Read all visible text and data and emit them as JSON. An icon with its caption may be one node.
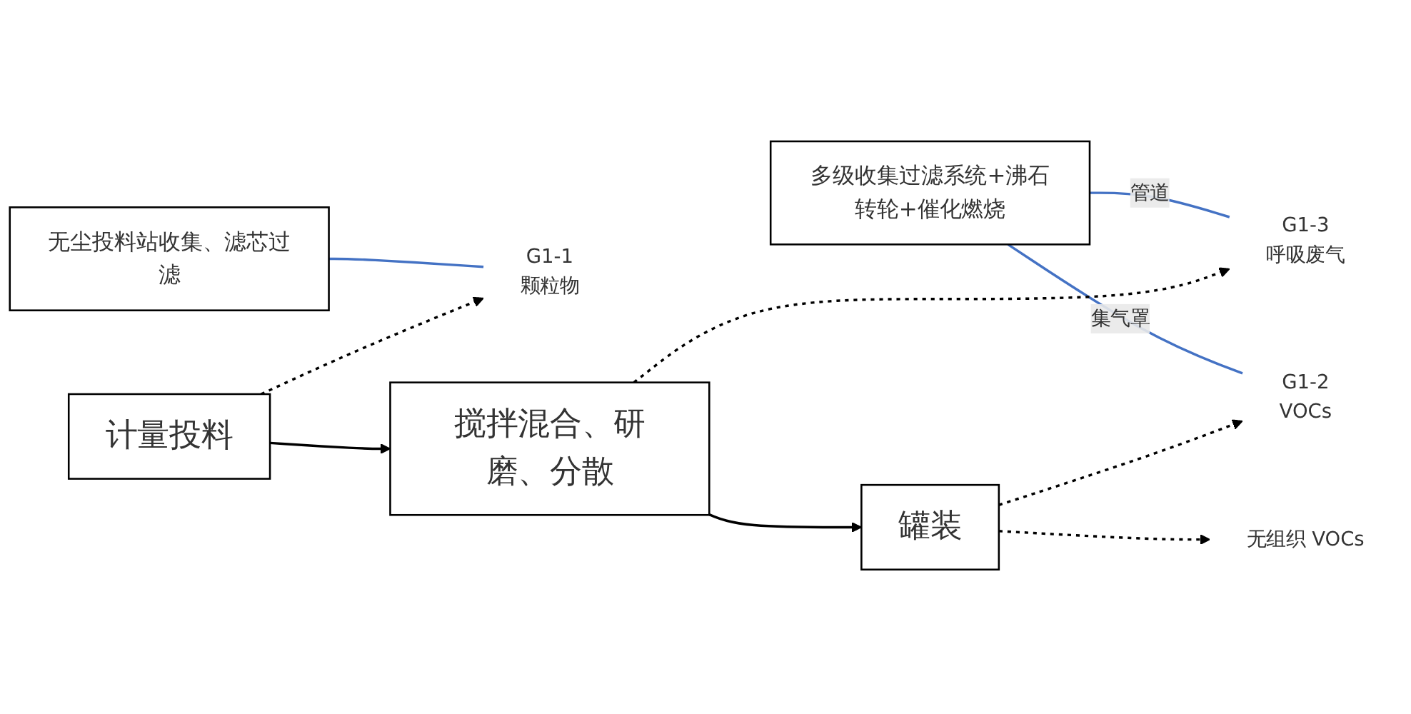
{
  "diagram": {
    "nodes": [
      {
        "text": [
          "无尘投料站收集、滤芯过滤"
        ]
      },
      {
        "text": [
          "多级收集过滤系统+沸石转轮+催化燃烧"
        ]
      },
      {
        "text": [
          "G1-1",
          "颗粒物"
        ]
      },
      {
        "text": [
          "G1-3",
          "呼吸废气"
        ]
      },
      {
        "text": [
          "G1-2",
          "VOCs"
        ]
      },
      {
        "text": [
          "计量投料"
        ]
      },
      {
        "text": [
          "搅拌混合、研磨、分散"
        ]
      },
      {
        "text": [
          "罐装"
        ]
      },
      {
        "text": [
          "无组织 VOCs"
        ]
      }
    ],
    "edges": [
      {
        "from": 0,
        "to": 2,
        "arrow": "none",
        "color": "#4472c4"
      },
      {
        "from": 1,
        "to": 3,
        "arrow": "none",
        "label": "管道",
        "color": "#4472c4"
      },
      {
        "from": 1,
        "to": 4,
        "arrow": "none",
        "label": "集气罩",
        "color": "#4472c4"
      },
      {
        "from": 5,
        "to": 2,
        "arrow": "to",
        "style": "dashed"
      },
      {
        "from": 5,
        "to": 6,
        "arrow": "to"
      },
      {
        "from": 6,
        "to": 3,
        "arrow": "to",
        "style": "dashed"
      },
      {
        "from": 6,
        "to": 7,
        "arrow": "to"
      },
      {
        "from": 7,
        "to": 4,
        "arrow": "to",
        "style": "dashed"
      },
      {
        "from": 7,
        "to": 8,
        "arrow": "to",
        "style": "dashed"
      }
    ]
  }
}
